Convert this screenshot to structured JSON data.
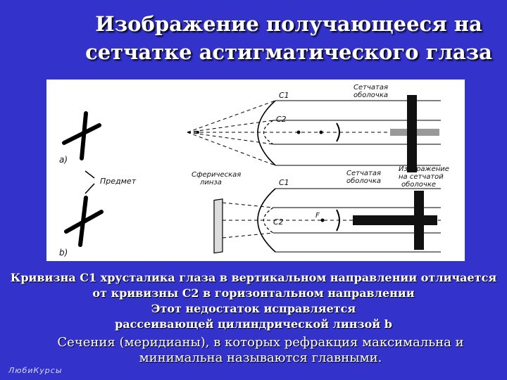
{
  "slide": {
    "title_line1": "Изображение получающееся на",
    "title_line2": "сетчатке астигматического глаза"
  },
  "diagram": {
    "label_c1_top": "C1",
    "label_c2_top": "C2",
    "label_retina_top_1": "Сетчатая",
    "label_retina_top_2": "оболочка",
    "label_a": "a)",
    "label_object": "Предмет",
    "label_lens_1": "Сферическая",
    "label_lens_2": "линза",
    "label_c1_bottom": "C1",
    "label_c2_bottom": "C2",
    "label_f": "F",
    "label_retina_bottom_1": "Сетчатая",
    "label_retina_bottom_2": "оболочка",
    "label_image_1": "Изображение",
    "label_image_2": "на сетчатой",
    "label_image_3": "оболочке",
    "label_b": "b)"
  },
  "caption": {
    "line1": "Кривизна C1 хрусталика глаза в вертикальном направлении отличается",
    "line2": "от кривизны C2 в горизонтальном направлении",
    "line3": "Этот недостаток исправляется",
    "line4": "рассеивающей цилиндрической линзой b"
  },
  "note": {
    "line1": "Сечения (меридианы), в которых рефракция максимальна и",
    "line2": "минимальна называются главными."
  },
  "logo": {
    "text": "ЛюбиКурсы"
  }
}
